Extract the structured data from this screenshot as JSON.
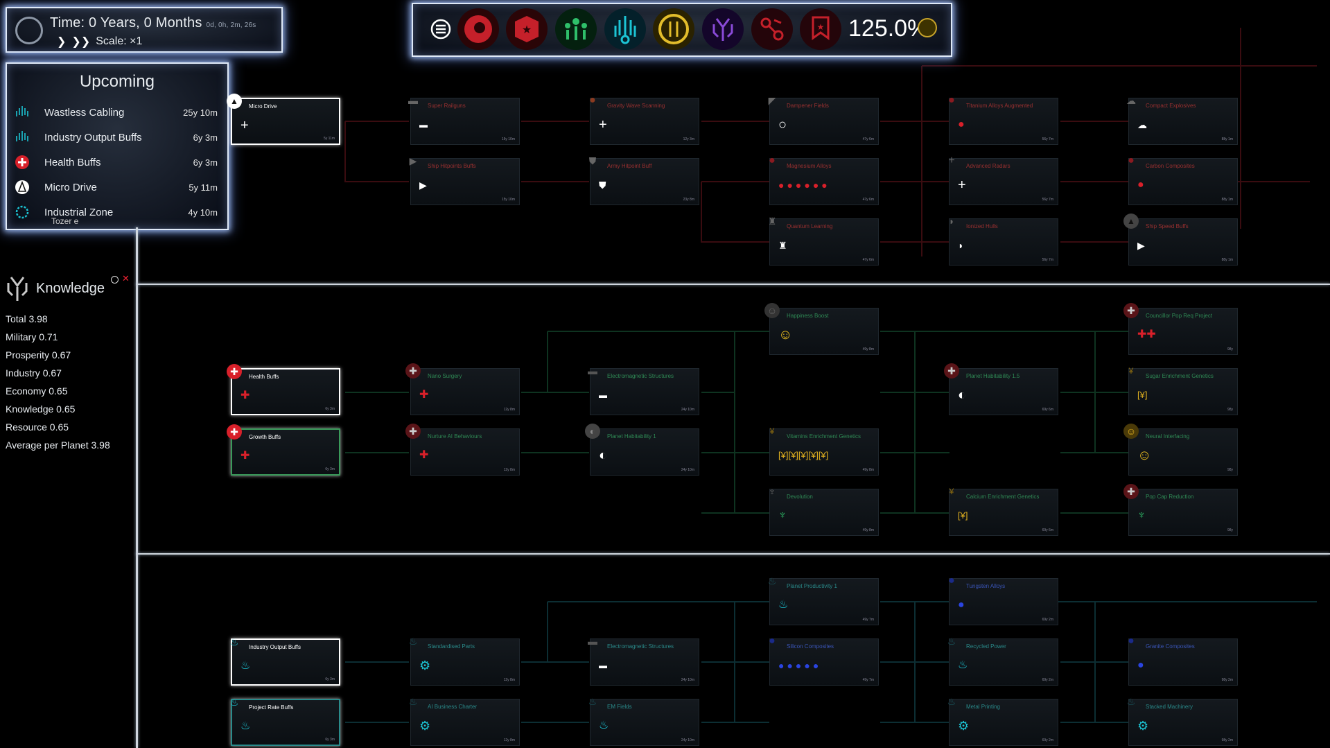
{
  "time": {
    "label": "Time: 0 Years, 0 Months",
    "detail": "0d, 0h, 2m, 26s",
    "scale": "Scale: ×1"
  },
  "top_bar": {
    "percent": "125.0%",
    "icons": [
      "menu-icon",
      "military-lion-icon",
      "military-badge-icon",
      "prosperity-people-icon",
      "industry-icon",
      "economy-coin-icon",
      "knowledge-icon",
      "resource-icon",
      "military-flag-icon"
    ]
  },
  "upcoming": {
    "title": "Upcoming",
    "items": [
      {
        "name": "Wastless Cabling",
        "time": "25y 10m",
        "icon": "industry-icon"
      },
      {
        "name": "Industry Output Buffs",
        "time": "6y 3m",
        "icon": "industry-icon"
      },
      {
        "name": "Health Buffs",
        "time": "6y 3m",
        "icon": "health-cross-icon"
      },
      {
        "name": "Micro Drive",
        "time": "5y 11m",
        "icon": "rocket-icon"
      },
      {
        "name": "Industrial Zone",
        "time": "4y 10m",
        "icon": "gear-icon",
        "subtitle": "Tozer e"
      }
    ]
  },
  "knowledge": {
    "title": "Knowledge",
    "stats": [
      "Total 3.98",
      "Military 0.71",
      "Prosperity 0.67",
      "Industry 0.67",
      "Economy 0.65",
      "Knowledge 0.65",
      "Resource 0.65",
      "Average per Planet 3.98"
    ]
  },
  "tree": {
    "nodes": [
      {
        "id": "micro-drive",
        "label": "Micro Drive",
        "time": "5y 11m",
        "glyph": "+"
      },
      {
        "id": "super-railguns",
        "label": "Super Railguns",
        "time": "15y 10m",
        "glyph": "▬"
      },
      {
        "id": "gravity-wave-scanning",
        "label": "Gravity Wave Scanning",
        "time": "12y 3m",
        "glyph": "+"
      },
      {
        "id": "dampener-fields",
        "label": "Dampener Fields",
        "time": "47y 6m",
        "glyph": "○"
      },
      {
        "id": "titanium-alloys-augmented",
        "label": "Titanium Alloys Augmented",
        "time": "56y 7m",
        "glyph": "●"
      },
      {
        "id": "compact-explosives",
        "label": "Compact Explosives",
        "time": "88y 1m",
        "glyph": "☁"
      },
      {
        "id": "ship-hitpoints-buffs",
        "label": "Ship Hitpoints Buffs",
        "time": "15y 10m",
        "glyph": "▶"
      },
      {
        "id": "army-hitpoint-buff",
        "label": "Army Hitpoint Buff",
        "time": "23y 8m",
        "glyph": "⛊"
      },
      {
        "id": "magnesium-alloys",
        "label": "Magnesium Alloys",
        "time": "47y 6m",
        "glyph": "●●●●●●"
      },
      {
        "id": "advanced-radars",
        "label": "Advanced Radars",
        "time": "56y 7m",
        "glyph": "+"
      },
      {
        "id": "carbon-composites",
        "label": "Carbon Composites",
        "time": "88y 1m",
        "glyph": "●"
      },
      {
        "id": "quantum-learning",
        "label": "Quantum Learning",
        "time": "47y 6m",
        "glyph": "♜"
      },
      {
        "id": "ionized-hulls",
        "label": "Ionized Hulls",
        "time": "56y 7m",
        "glyph": "◗"
      },
      {
        "id": "ship-speed-buffs",
        "label": "Ship Speed Buffs",
        "time": "88y 1m",
        "glyph": "▶"
      },
      {
        "id": "happiness-boost",
        "label": "Happiness Boost",
        "time": "49y 8m",
        "glyph": "☺"
      },
      {
        "id": "councillor-pop-req-project",
        "label": "Councillor Pop Req Project",
        "time": "98y",
        "glyph": "✚✚"
      },
      {
        "id": "health-buffs",
        "label": "Health Buffs",
        "time": "6y 3m",
        "glyph": "✚"
      },
      {
        "id": "nano-surgery",
        "label": "Nano Surgery",
        "time": "12y 8m",
        "glyph": "✚"
      },
      {
        "id": "electromagnetic-structures-1",
        "label": "Electromagnetic Structures",
        "time": "24y 10m",
        "glyph": "▬"
      },
      {
        "id": "planet-habitability-15",
        "label": "Planet Habitability 1.5",
        "time": "69y 6m",
        "glyph": "◐"
      },
      {
        "id": "sugar-enrichment-genetics",
        "label": "Sugar Enrichment Genetics",
        "time": "98y",
        "glyph": "[¥]"
      },
      {
        "id": "growth-buffs",
        "label": "Growth Buffs",
        "time": "6y 3m",
        "glyph": "✚"
      },
      {
        "id": "nurture-ai-behaviours",
        "label": "Nurture AI Behaviours",
        "time": "12y 8m",
        "glyph": "✚"
      },
      {
        "id": "planet-habitability-1",
        "label": "Planet Habitability 1",
        "time": "24y 10m",
        "glyph": "◐"
      },
      {
        "id": "vitamins-enrichment-genetics",
        "label": "Vitamins Enrichment Genetics",
        "time": "49y 8m",
        "glyph": "[¥][¥][¥][¥][¥]"
      },
      {
        "id": "neural-interfacing",
        "label": "Neural Interfacing",
        "time": "98y",
        "glyph": "☺"
      },
      {
        "id": "devolution",
        "label": "Devolution",
        "time": "49y 8m",
        "glyph": "♆"
      },
      {
        "id": "calcium-enrichment-genetics",
        "label": "Calcium Enrichment Genetics",
        "time": "69y 6m",
        "glyph": "[¥]"
      },
      {
        "id": "pop-cap-reduction",
        "label": "Pop Cap Reduction",
        "time": "98y",
        "glyph": "♆"
      },
      {
        "id": "planet-productivity-1",
        "label": "Planet Productivity 1",
        "time": "49y 7m",
        "glyph": "♨"
      },
      {
        "id": "tungsten-alloys",
        "label": "Tungsten Alloys",
        "time": "69y 2m",
        "glyph": "●"
      },
      {
        "id": "industry-output-buffs",
        "label": "Industry Output Buffs",
        "time": "6y 3m",
        "glyph": "♨"
      },
      {
        "id": "standardised-parts",
        "label": "Standardised Parts",
        "time": "12y 8m",
        "glyph": "⚙"
      },
      {
        "id": "electromagnetic-structures-2",
        "label": "Electromagnetic Structures",
        "time": "24y 10m",
        "glyph": "▬"
      },
      {
        "id": "silicon-composites",
        "label": "Silicon Composites",
        "time": "49y 7m",
        "glyph": "●●●●●"
      },
      {
        "id": "recycled-power",
        "label": "Recycled Power",
        "time": "69y 2m",
        "glyph": "♨"
      },
      {
        "id": "granite-composites",
        "label": "Granite Composites",
        "time": "98y 2m",
        "glyph": "●"
      },
      {
        "id": "project-rate-buffs",
        "label": "Project Rate Buffs",
        "time": "6y 3m",
        "glyph": "♨"
      },
      {
        "id": "ai-business-charter",
        "label": "AI Business Charter",
        "time": "12y 8m",
        "glyph": "⚙"
      },
      {
        "id": "em-fields",
        "label": "EM Fields",
        "time": "24y 10m",
        "glyph": "♨"
      },
      {
        "id": "metal-printing",
        "label": "Metal Printing",
        "time": "69y 2m",
        "glyph": "⚙"
      },
      {
        "id": "stacked-machinery",
        "label": "Stacked Machinery",
        "time": "98y 2m",
        "glyph": "⚙"
      }
    ]
  },
  "colors": {
    "military": "#d0272f",
    "prosperity": "#2f9a5a",
    "industry": "#1c9aa8",
    "economy": "#c8a42a",
    "knowledge": "#7b3ac0",
    "resource": "#a02838",
    "accent": "#dfe9f7"
  }
}
